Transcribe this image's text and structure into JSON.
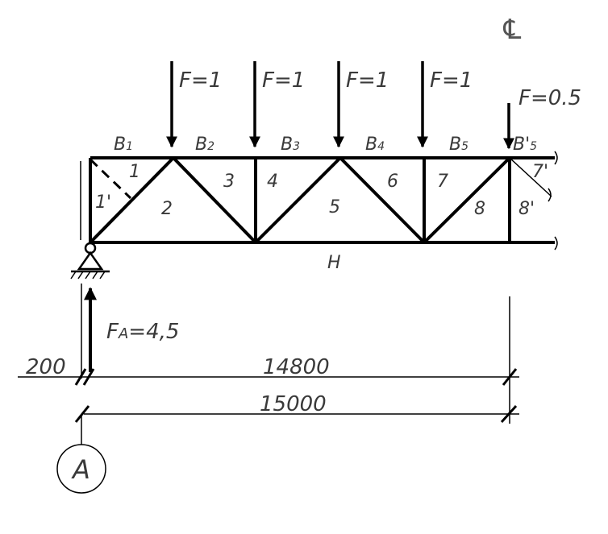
{
  "centerline_symbol": "℄",
  "loads": {
    "f1": "F=1",
    "f2": "F=1",
    "f3": "F=1",
    "f4": "F=1",
    "f5": "F=0.5"
  },
  "top_chord": {
    "b1": {
      "main": "B",
      "sub": "1"
    },
    "b2": {
      "main": "B",
      "sub": "2"
    },
    "b3": {
      "main": "B",
      "sub": "3"
    },
    "b4": {
      "main": "B",
      "sub": "4"
    },
    "b5": {
      "main": "B",
      "sub": "5"
    },
    "b5p": {
      "main": "B'",
      "sub": "5"
    }
  },
  "panels": [
    "1",
    "2",
    "3",
    "4",
    "5",
    "6",
    "7",
    "8"
  ],
  "panels_prime": {
    "p1": "1'",
    "p7": "7'",
    "p8": "8'"
  },
  "bottom_chord_label": "H",
  "reaction": {
    "main": "F",
    "sub": "A",
    "value": "=4,5"
  },
  "dimensions": {
    "offset": "200",
    "span_half": "14800",
    "span_full": "15000"
  },
  "axis_marker": "A"
}
